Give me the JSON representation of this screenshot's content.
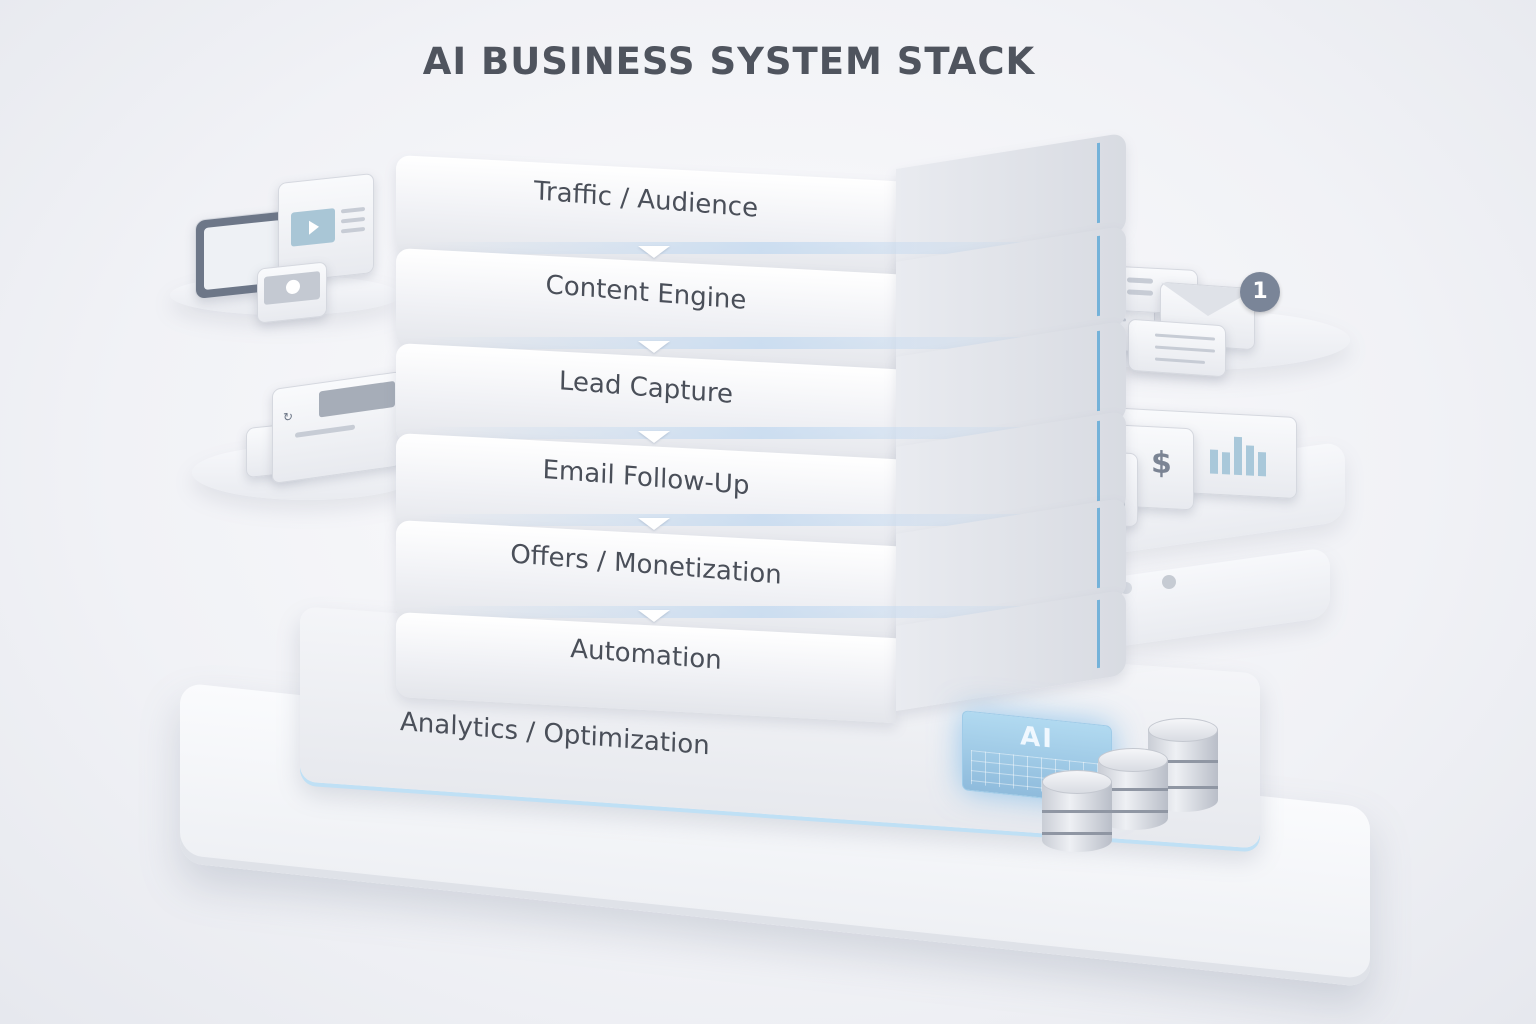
{
  "title": "AI BUSINESS SYSTEM STACK",
  "layers": [
    {
      "label": "Traffic / Audience"
    },
    {
      "label": "Content Engine"
    },
    {
      "label": "Lead Capture"
    },
    {
      "label": "Email Follow-Up"
    },
    {
      "label": "Offers / Monetization"
    },
    {
      "label": "Automation"
    },
    {
      "label": "Analytics / Optimization"
    }
  ],
  "flow_direction": "top-to-bottom",
  "side_illustrations": {
    "traffic": {
      "icons": [
        "tablet-icon",
        "video-player-icon",
        "video-card-icon"
      ]
    },
    "content": {
      "icons": [
        "profile-card-icon",
        "envelope-icon",
        "checklist-icon"
      ],
      "notification_count": "1"
    },
    "lead_capture": {
      "icons": [
        "landing-page-icon",
        "form-card-icon"
      ]
    },
    "email_followup": {
      "icons": [
        "lead-card-icon",
        "payment-card-icon",
        "bar-chart-card-icon"
      ],
      "currency_symbol": "$"
    },
    "automation": {
      "icons": [
        "gear-icon",
        "gear-icon",
        "workflow-node-icon"
      ]
    },
    "analytics": {
      "chip_label": "AI",
      "icons": [
        "ai-chip-icon",
        "database-icon",
        "database-icon",
        "database-icon"
      ]
    }
  },
  "colors": {
    "accent_blue": "#5aa8d6",
    "title_text": "#4f545e",
    "label_text": "#4a4f59",
    "badge": "#7a8598"
  }
}
